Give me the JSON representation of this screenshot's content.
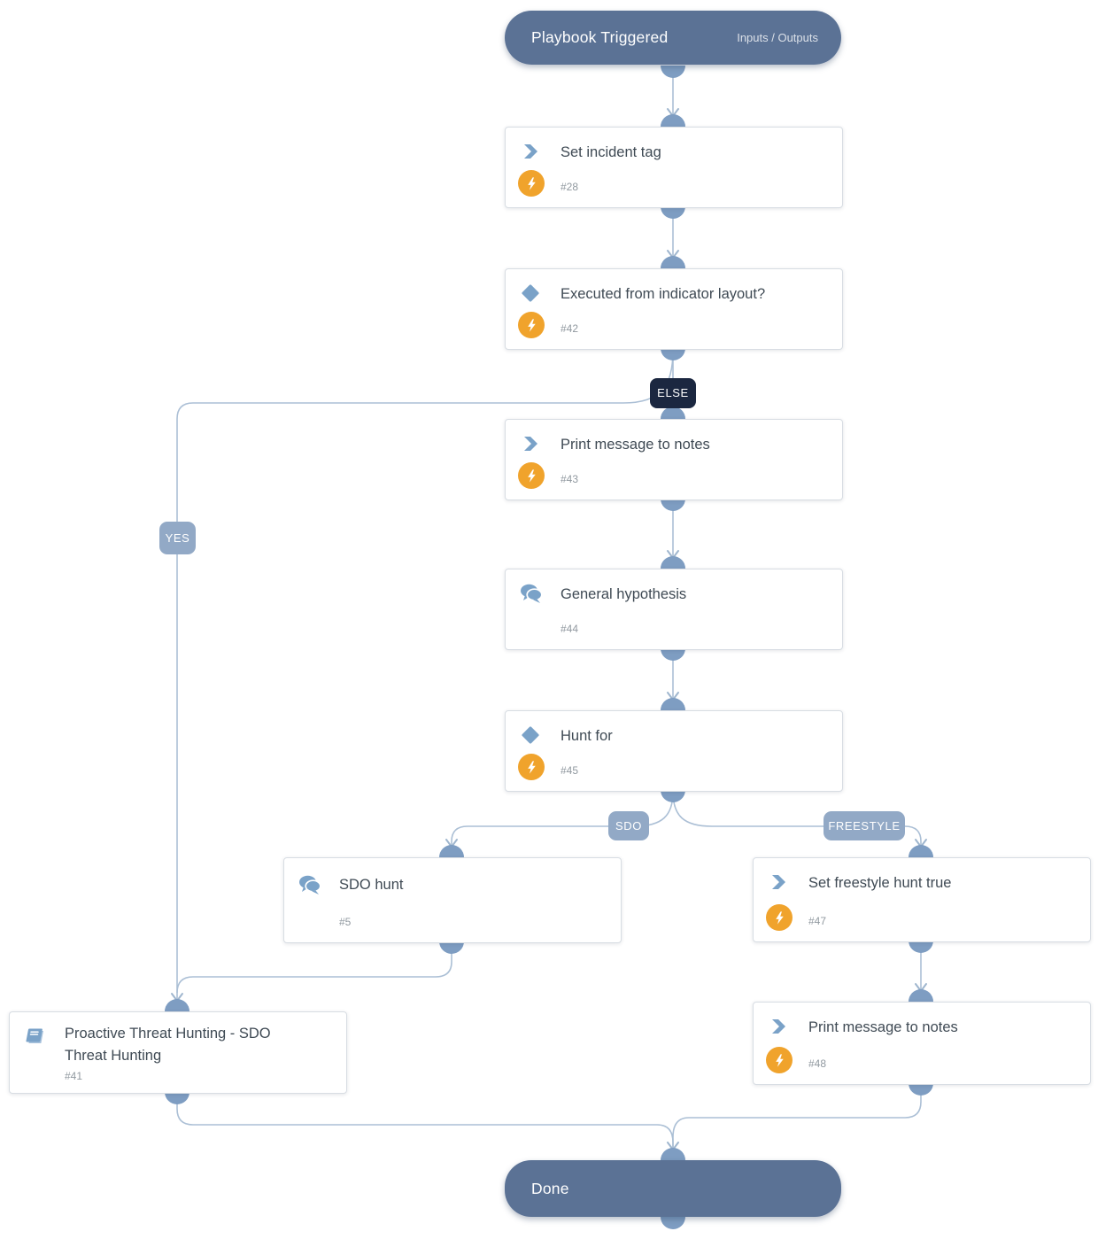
{
  "colors": {
    "pill_bg": "#5b7295",
    "icon_blue": "#7aa2c8",
    "dome_blue": "#7e9dc2",
    "line_blue": "#abbfd5",
    "label_bg": "#92a9c6",
    "else_bg": "#1b2740",
    "lightning_orange": "#f0a32c",
    "title_text": "#3f4a54",
    "id_text": "#9199a0",
    "box_border": "#d8dde3"
  },
  "nodes": {
    "start": {
      "title": "Playbook Triggered",
      "inputs_outputs_link": "Inputs / Outputs"
    },
    "set_incident_tag": {
      "title": "Set incident tag",
      "id": "#28",
      "icon": "automation-chevron-icon"
    },
    "executed_from_indicator_layout": {
      "title": "Executed from indicator layout?",
      "id": "#42",
      "icon": "condition-diamond-icon"
    },
    "print_message_to_notes_43": {
      "title": "Print message to notes",
      "id": "#43",
      "icon": "automation-chevron-icon"
    },
    "general_hypothesis": {
      "title": "General hypothesis",
      "id": "#44",
      "icon": "chat-bubbles-icon"
    },
    "hunt_for": {
      "title": "Hunt for",
      "id": "#45",
      "icon": "condition-diamond-icon"
    },
    "sdo_hunt": {
      "title": "SDO hunt",
      "id": "#5",
      "icon": "chat-bubbles-icon"
    },
    "set_freestyle_hunt_true": {
      "title": "Set freestyle hunt true",
      "id": "#47",
      "icon": "automation-chevron-icon"
    },
    "proactive_threat_hunting": {
      "title": "Proactive Threat Hunting - SDO Threat Hunting",
      "id": "#41",
      "icon": "sub-playbook-book-icon"
    },
    "print_message_to_notes_48": {
      "title": "Print message to notes",
      "id": "#48",
      "icon": "automation-chevron-icon"
    },
    "done": {
      "title": "Done"
    }
  },
  "branch_labels": {
    "else": "ELSE",
    "yes": "YES",
    "sdo": "SDO",
    "freestyle": "FREESTYLE"
  }
}
